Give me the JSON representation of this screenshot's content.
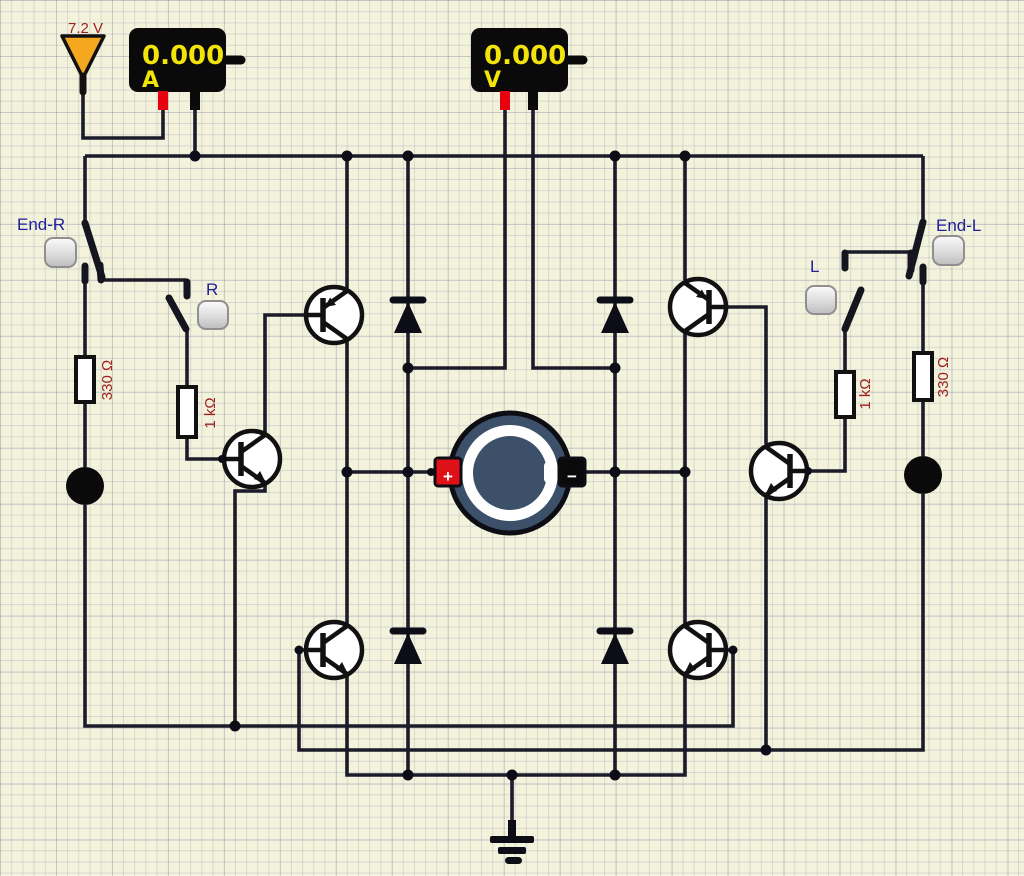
{
  "canvas": {
    "background": "#f3f3dc",
    "grid_color": "#c6c6d2",
    "wire_color": "#1b1b2a"
  },
  "source": {
    "label": "7.2 V",
    "body_color": "#f5a71f"
  },
  "ammeter": {
    "value": "0.000",
    "unit": "A",
    "display_color": "#f2e40a",
    "body_color": "#0a0a0a"
  },
  "voltmeter": {
    "value": "0.000",
    "unit": "V",
    "display_color": "#f2e40a",
    "body_color": "#0a0a0a"
  },
  "switches": {
    "end_r": {
      "label": "End-R",
      "state": "closed-to-run-line"
    },
    "r": {
      "label": "R",
      "state": "open"
    },
    "l": {
      "label": "L",
      "state": "open"
    },
    "end_l": {
      "label": "End-L",
      "state": "closed-to-run-line"
    }
  },
  "resistors": {
    "left_330": {
      "label": "330 Ω"
    },
    "left_1k": {
      "label": "1 kΩ"
    },
    "right_1k": {
      "label": "1 kΩ"
    },
    "right_330": {
      "label": "330 Ω"
    }
  },
  "motor": {
    "plus": "+",
    "minus": "−",
    "body_color": "#3c5069"
  },
  "label_colors": {
    "switch_label": "#20209a",
    "value_label": "#9e2020"
  }
}
